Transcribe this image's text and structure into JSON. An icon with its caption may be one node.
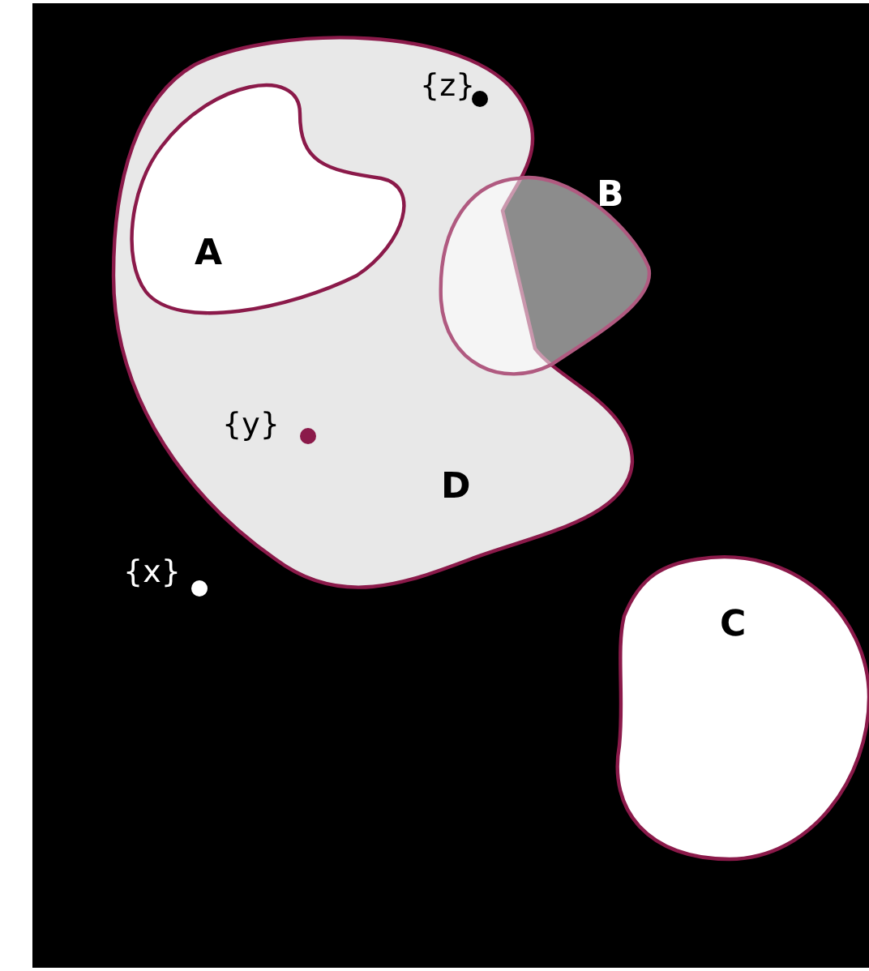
{
  "diagram": {
    "nodes": [
      {
        "text": [
          "D"
        ]
      },
      {
        "text": [],
        "shape": "circle",
        "beside": [
          "{z}"
        ],
        "in": 0
      },
      {
        "text": [
          "A"
        ],
        "in": 0
      },
      {
        "text": [
          "B"
        ]
      },
      {
        "text": [],
        "shape": "circle",
        "beside": [
          "{y}"
        ],
        "in": 0
      },
      {
        "text": [],
        "shape": "circle",
        "beside": [
          "{x}"
        ]
      },
      {
        "text": [
          "C"
        ]
      }
    ]
  }
}
